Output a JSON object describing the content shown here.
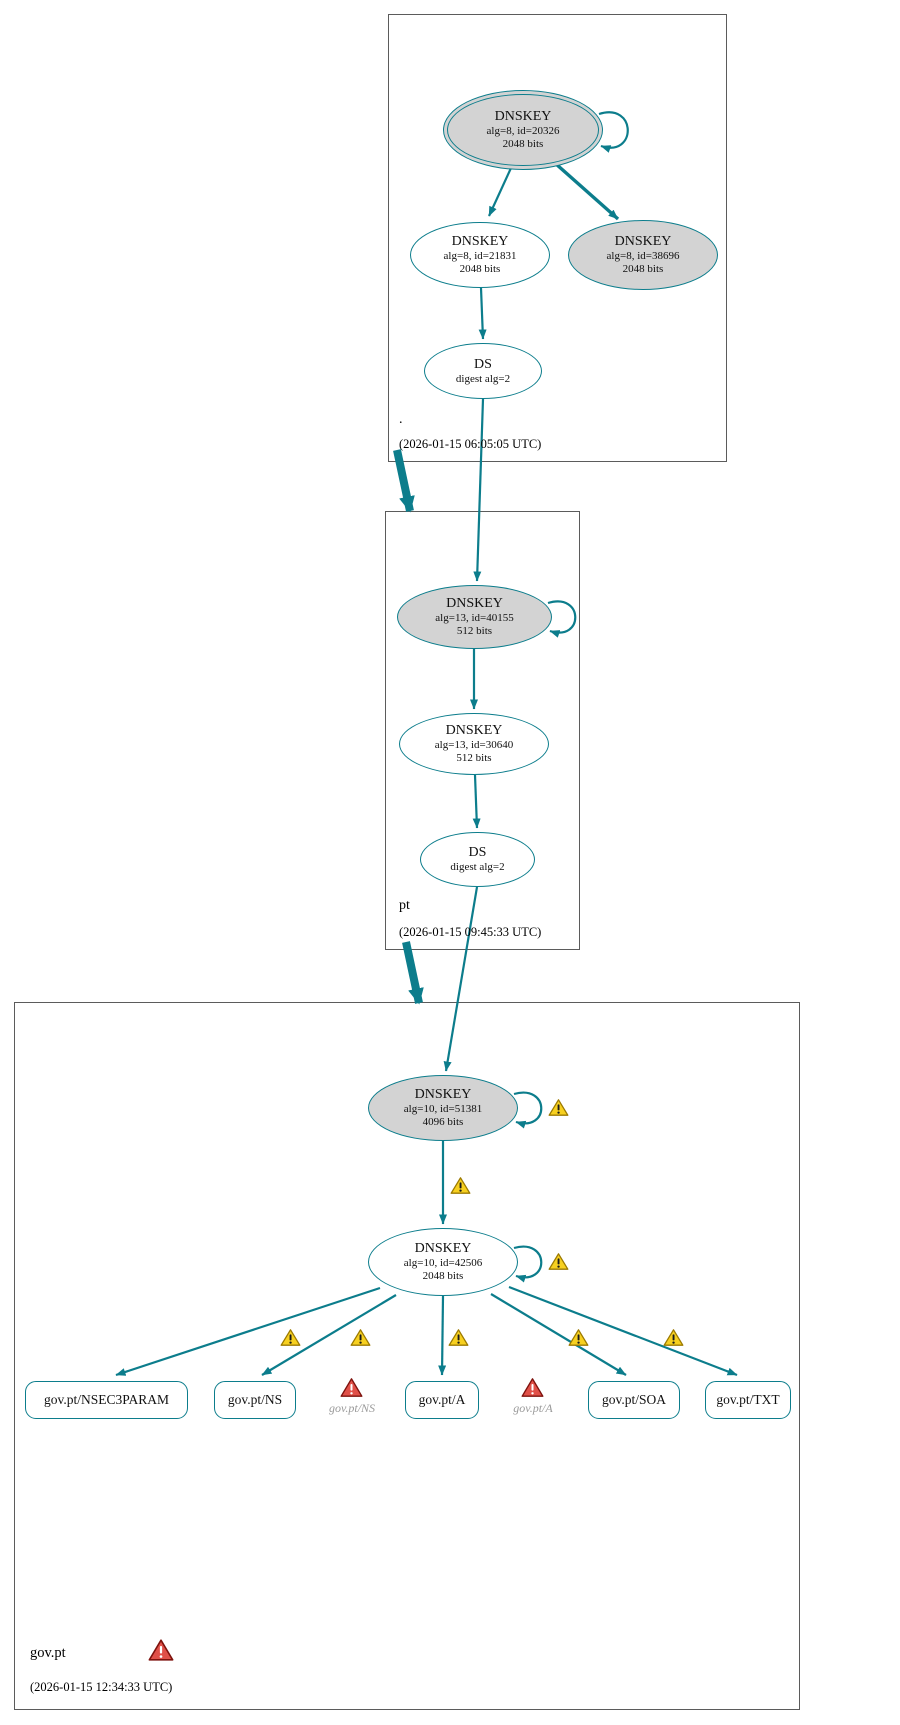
{
  "colors": {
    "edge_teal": "#0c7d8c",
    "node_fill_gray": "#d3d3d3",
    "warning_yellow": "#f7d020",
    "error_red": "#e05048"
  },
  "icons": {
    "warning": "warning-triangle-icon",
    "error": "error-triangle-icon"
  },
  "zones": {
    "root": {
      "label": ".",
      "timestamp": "(2026-01-15 06:05:05 UTC)",
      "ksk": {
        "title": "DNSKEY",
        "line1": "alg=8, id=20326",
        "line2": "2048 bits"
      },
      "zsk": {
        "title": "DNSKEY",
        "line1": "alg=8, id=21831",
        "line2": "2048 bits"
      },
      "key3": {
        "title": "DNSKEY",
        "line1": "alg=8, id=38696",
        "line2": "2048 bits"
      },
      "ds": {
        "title": "DS",
        "line1": "digest alg=2"
      }
    },
    "pt": {
      "label": "pt",
      "timestamp": "(2026-01-15 09:45:33 UTC)",
      "ksk": {
        "title": "DNSKEY",
        "line1": "alg=13, id=40155",
        "line2": "512 bits"
      },
      "zsk": {
        "title": "DNSKEY",
        "line1": "alg=13, id=30640",
        "line2": "512 bits"
      },
      "ds": {
        "title": "DS",
        "line1": "digest alg=2"
      }
    },
    "govpt": {
      "label": "gov.pt",
      "timestamp": "(2026-01-15 12:34:33 UTC)",
      "ksk": {
        "title": "DNSKEY",
        "line1": "alg=10, id=51381",
        "line2": "4096 bits"
      },
      "zsk": {
        "title": "DNSKEY",
        "line1": "alg=10, id=42506",
        "line2": "2048 bits"
      },
      "rrsets": [
        {
          "label": "gov.pt/NSEC3PARAM"
        },
        {
          "label": "gov.pt/NS"
        },
        {
          "label": "gov.pt/A"
        },
        {
          "label": "gov.pt/SOA"
        },
        {
          "label": "gov.pt/TXT"
        }
      ],
      "errors": [
        {
          "label": "gov.pt/NS"
        },
        {
          "label": "gov.pt/A"
        }
      ]
    }
  }
}
